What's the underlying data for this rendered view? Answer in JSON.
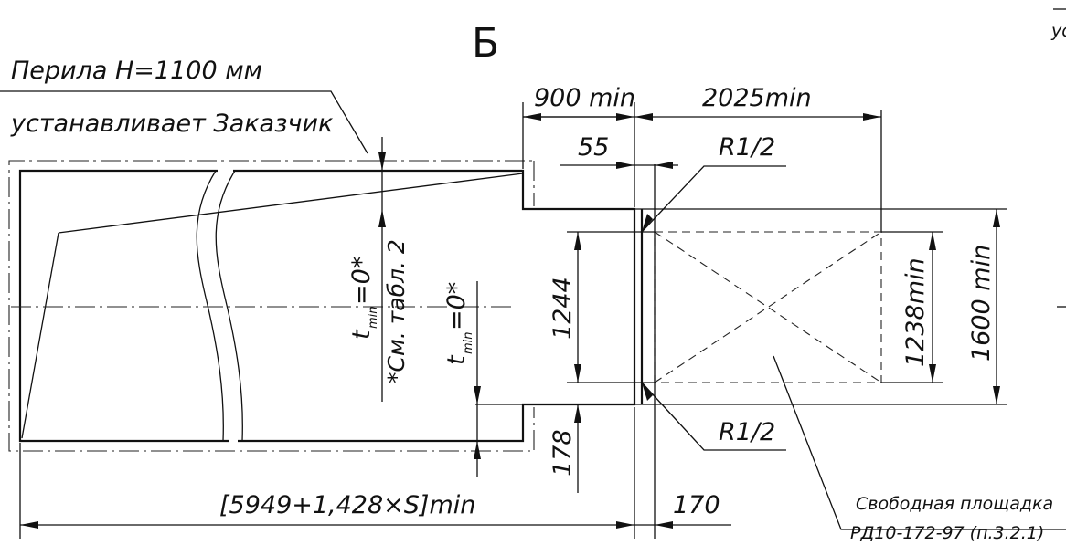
{
  "view_title": "Б",
  "corner_fragment": "ус",
  "railing": {
    "line1": "Перила Н=1100 мм",
    "line2": "устанавливает Заказчик"
  },
  "dimensions": {
    "top_left": "900 min",
    "top_right": "2025min",
    "gap": "55",
    "radius_top": "R1/2",
    "radius_bottom": "R1/2",
    "opening_height": "1244",
    "free_width": "1238min",
    "total_height": "1600 min",
    "bottom_offset": "178",
    "length": "[5949+1,428×S]min",
    "right_offset": "170"
  },
  "notes": {
    "t_upper_main": "t",
    "t_upper_sub": "min",
    "t_upper_tail": "=0*",
    "t_lower_main": "t",
    "t_lower_sub": "min",
    "t_lower_tail": "=0*",
    "table_ref": "*См. табл. 2"
  },
  "free_area": {
    "line1": "Свободная площадка",
    "line2": "РД10-172-97 (п.3.2.1)"
  }
}
